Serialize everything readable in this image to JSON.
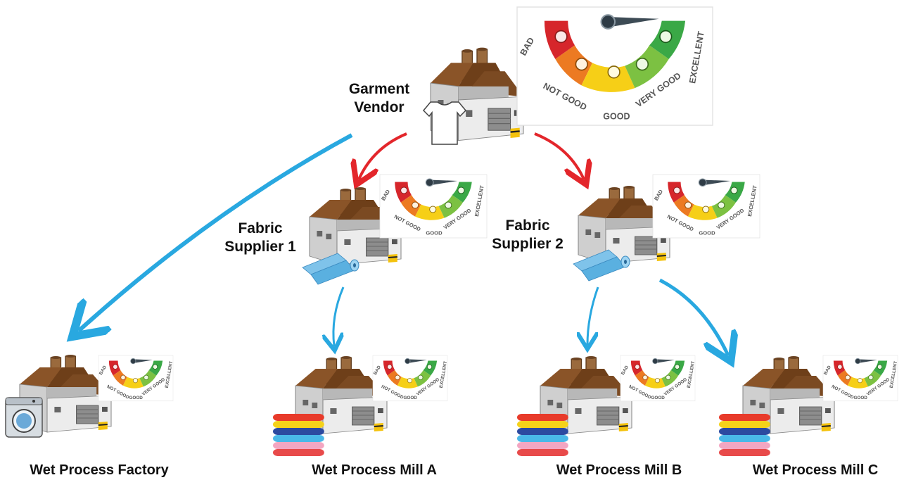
{
  "nodes": {
    "garment_vendor": {
      "line1": "Garment",
      "line2": "Vendor"
    },
    "fabric_supplier_1": {
      "line1": "Fabric",
      "line2": "Supplier 1"
    },
    "fabric_supplier_2": {
      "line1": "Fabric",
      "line2": "Supplier 2"
    },
    "wet_process_factory": {
      "label": "Wet Process Factory"
    },
    "mill_a": {
      "label": "Wet Process Mill A"
    },
    "mill_b": {
      "label": "Wet Process Mill B"
    },
    "mill_c": {
      "label": "Wet Process Mill C"
    }
  },
  "gauge": {
    "bad": "BAD",
    "not_good": "NOT GOOD",
    "good": "GOOD",
    "very_good": "VERY GOOD",
    "excellent": "EXCELLENT",
    "segment_colors": [
      "#d6262b",
      "#ec7a22",
      "#f6cf17",
      "#7cc142",
      "#3aa846"
    ],
    "level": "excellent"
  },
  "colors": {
    "red_arrow": "#e3262b",
    "blue_arrow": "#29a8e0",
    "roof": "#7b4a22",
    "wall": "#e4e4e4"
  }
}
